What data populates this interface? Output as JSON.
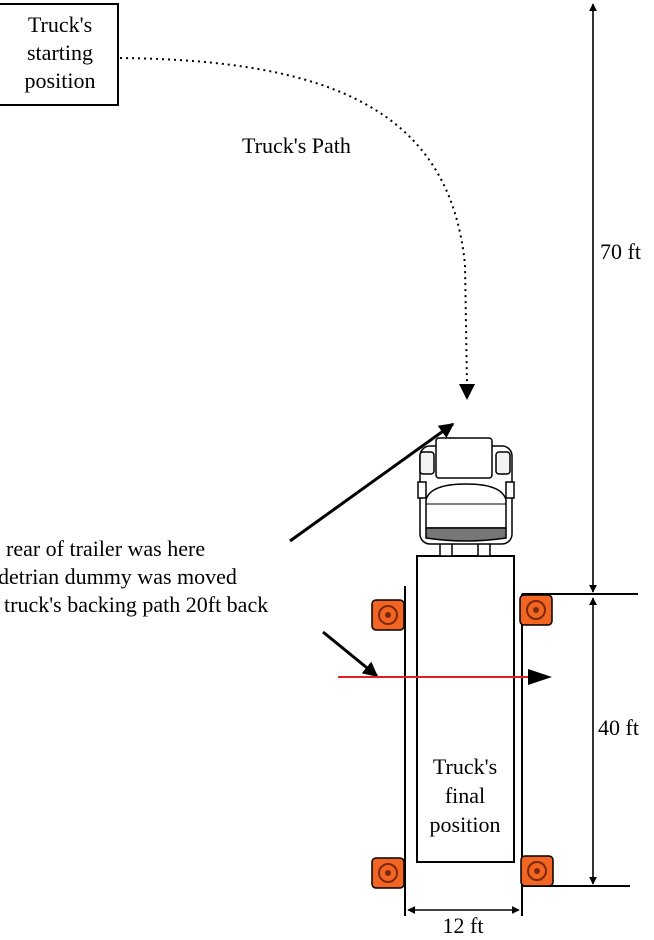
{
  "diagram": {
    "start_label": [
      "Truck's",
      "starting",
      "position"
    ],
    "path_label": "Truck's Path",
    "note_lines": [
      "rear of trailer was here",
      "detrian dummy was moved",
      "truck's backing path 20ft back"
    ],
    "final_label": [
      "Truck's",
      "final",
      "position"
    ],
    "dim_70": "70 ft",
    "dim_40": "40 ft",
    "dim_12": "12 ft",
    "colors": {
      "cone_fill": "#f26522",
      "cone_ring": "#7a2a0a",
      "red_line": "#e02020",
      "ink": "#000000"
    }
  }
}
